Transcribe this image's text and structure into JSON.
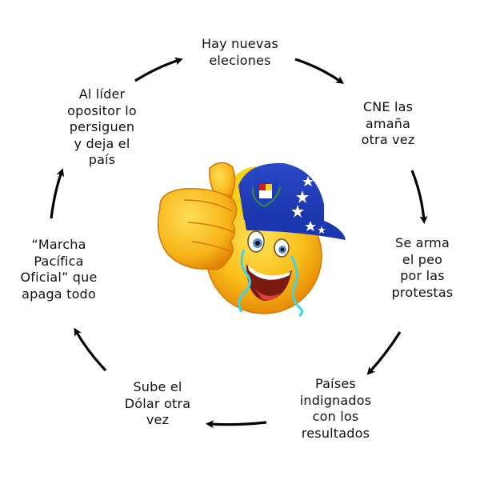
{
  "diagram": {
    "type": "cycle",
    "direction": "clockwise",
    "nodes": [
      {
        "id": "n1",
        "label": "Hay nuevas\neleciones"
      },
      {
        "id": "n2",
        "label": "CNE las\namaña\notra vez"
      },
      {
        "id": "n3",
        "label": "Se arma\nel peo\npor las\nprotestas"
      },
      {
        "id": "n4",
        "label": "Países\nindignados\ncon los\nresultados"
      },
      {
        "id": "n5",
        "label": "Sube el\nDólar otra\nvez"
      },
      {
        "id": "n6",
        "label": "“Marcha\nPacífica\nOficial” que\napaga todo"
      },
      {
        "id": "n7",
        "label": "Al líder\nopositor lo\npersiguen\ny deja el\npaís"
      }
    ],
    "edges": [
      {
        "from": "n7",
        "to": "n1"
      },
      {
        "from": "n1",
        "to": "n2"
      },
      {
        "from": "n2",
        "to": "n3"
      },
      {
        "from": "n3",
        "to": "n4"
      },
      {
        "from": "n4",
        "to": "n5"
      },
      {
        "from": "n5",
        "to": "n6"
      },
      {
        "from": "n6",
        "to": "n7"
      }
    ]
  },
  "center_image": {
    "description": "crying thumbs-up emoji wearing Venezuelan flag cap",
    "colors": {
      "face": "#f6b417",
      "cap_blue": "#1f3fb4",
      "cap_yellow": "#f4d21c",
      "tears": "#3fd3e8",
      "stars": "#ffffff"
    }
  },
  "colors": {
    "text": "#111111",
    "arrow": "#000000",
    "background": "#ffffff"
  }
}
